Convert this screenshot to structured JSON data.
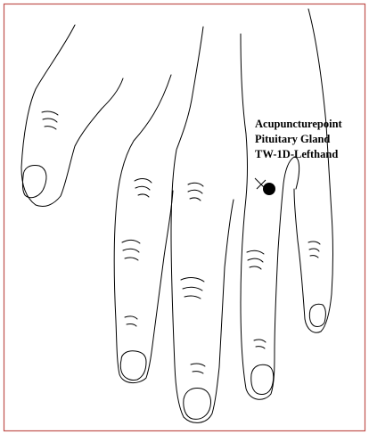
{
  "annotation": {
    "line1": "Acupuncturepoint",
    "line2": "Pituitary Gland",
    "line3": "TW-1D-Lefthand"
  },
  "colors": {
    "border": "#c0504d",
    "ink": "#000000",
    "paper": "#ffffff"
  }
}
